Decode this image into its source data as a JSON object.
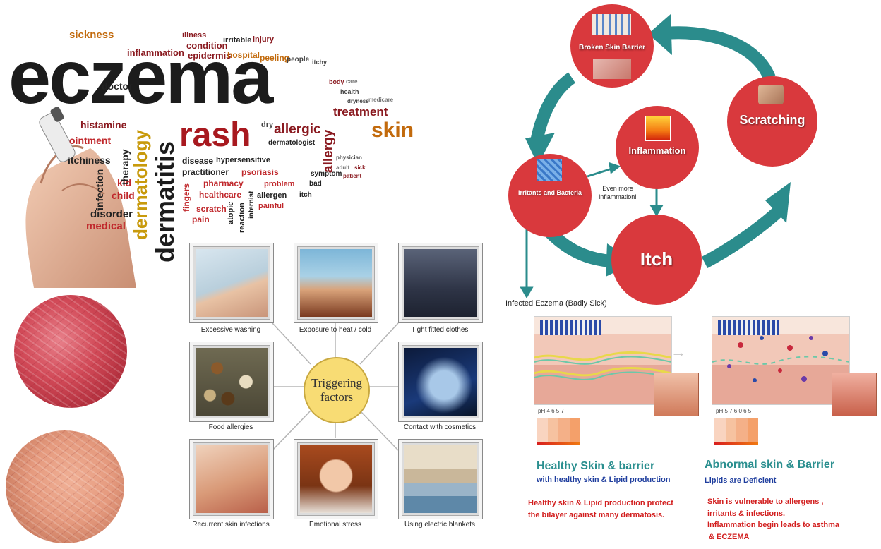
{
  "word_cloud": {
    "title_word": "eczema",
    "words": {
      "sickness": "sickness",
      "illness": "illness",
      "condition": "condition",
      "irritable": "irritable",
      "injury": "injury",
      "inflammation": "inflammation",
      "epidermis": "epidermis",
      "hospital": "hospital",
      "peeling": "peeling",
      "people": "people",
      "itchy": "itchy",
      "doctor": "doctor",
      "body": "body",
      "care": "care",
      "health": "health",
      "dryness": "dryness",
      "medicare": "medicare",
      "treatment": "treatment",
      "histamine": "histamine",
      "ointment": "ointment",
      "rash": "rash",
      "allergic": "allergic",
      "dry": "dry",
      "skin": "skin",
      "itchiness": "itchiness",
      "therapy": "therapy",
      "dermatology": "dermatology",
      "dermatitis": "dermatitis",
      "dermatologist": "dermatologist",
      "allergy": "allergy",
      "disease": "disease",
      "hypersensitive": "hypersensitive",
      "practitioner": "practitioner",
      "psoriasis": "psoriasis",
      "infection": "infection",
      "kid": "kid",
      "child": "child",
      "pharmacy": "pharmacy",
      "healthcare": "healthcare",
      "problem": "problem",
      "allergen": "allergen",
      "itch": "itch",
      "symptom": "symptom",
      "bad": "bad",
      "physician": "physician",
      "adult": "adult",
      "sick": "sick",
      "patient": "patient",
      "disorder": "disorder",
      "medical": "medical",
      "scratch": "scratch",
      "pain": "pain",
      "fingers": "fingers",
      "atopic": "atopic",
      "reaction": "reaction",
      "internist": "internist",
      "painful": "painful"
    }
  },
  "triggers": {
    "center_line1": "Triggering",
    "center_line2": "factors",
    "items": [
      "Excessive washing",
      "Exposure to heat / cold",
      "Tight fitted clothes",
      "Food allergies",
      "Contact with cosmetics",
      "Recurrent skin infections",
      "Emotional stress",
      "Using electric blankets"
    ]
  },
  "cycle": {
    "broken_barrier": "Broken Skin Barrier",
    "scratching": "Scratching",
    "inflammation": "Inflammation",
    "irritants": "Irritants and Bacteria",
    "itch": "Itch",
    "even_more_line1": "Even more",
    "even_more_line2": "inflammation!",
    "infected": "Infected Eczema (Badly Sick)",
    "colors": {
      "circle": "#d9393d",
      "arrow": "#2b8c8c"
    }
  },
  "healthy": {
    "ph": "pH 4 6 5 7",
    "heading": "Healthy Skin & barrier",
    "sub": "with healthy skin & Lipid production",
    "desc_line1": "Healthy skin &  Lipid production  protect",
    "desc_line2": "the  bilayer against many dermatosis."
  },
  "abnormal": {
    "ph": "pH 5 7 6 0 6 5",
    "heading": "Abnormal skin & Barrier",
    "sub": "Lipids are Deficient",
    "desc_line1": "Skin is vulnerable to allergens ,",
    "desc_line2": "irritants & infections.",
    "desc_line3": "Inflammation begin leads to asthma",
    "desc_line4": "& ECZEMA"
  }
}
